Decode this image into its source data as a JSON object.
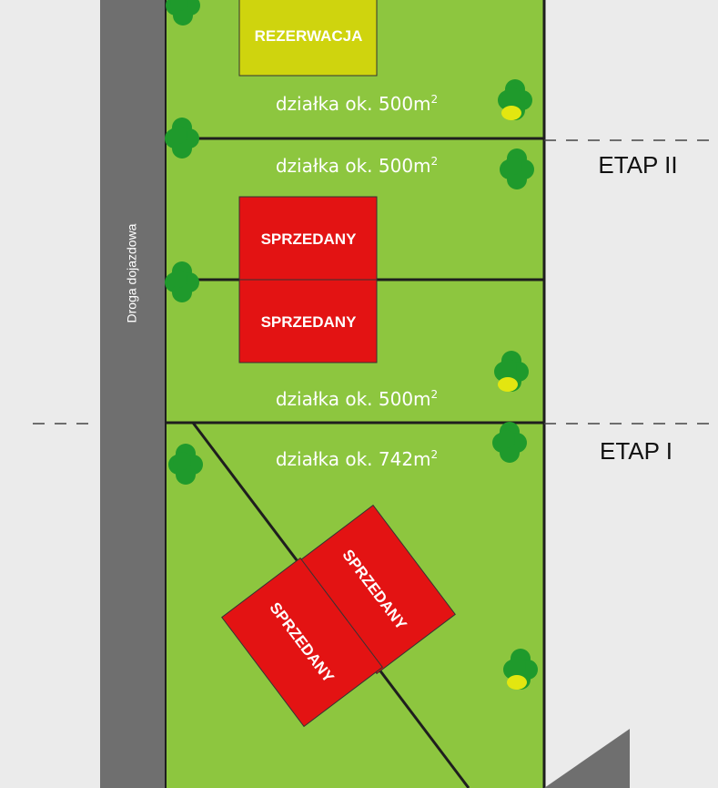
{
  "road": {
    "label": "Droga dojazdowa"
  },
  "stages": [
    {
      "label": "ETAP II"
    },
    {
      "label": "ETAP I"
    }
  ],
  "plots": [
    {
      "area_text": "działka ok. 500m",
      "superscript": "2"
    },
    {
      "area_text": "działka ok. 500m",
      "superscript": "2"
    },
    {
      "area_text": "działka ok. 500m",
      "superscript": "2"
    },
    {
      "area_text": "działka ok. 742m",
      "superscript": "2"
    }
  ],
  "houses": [
    {
      "status": "REZERWACJA",
      "color": "#cfd40e"
    },
    {
      "status": "SPRZEDANY",
      "color": "#e31313"
    },
    {
      "status": "SPRZEDANY",
      "color": "#e31313"
    },
    {
      "status": "SPRZEDANY",
      "color": "#e31313"
    },
    {
      "status": "SPRZEDANY",
      "color": "#e31313"
    }
  ],
  "colors": {
    "background": "#ebebeb",
    "lawn": "#8dc63f",
    "road": "#6f6f6f",
    "tree": "#1f9a2c",
    "tree_fruit": "#e3e610",
    "boundary": "#1e1e1e"
  }
}
